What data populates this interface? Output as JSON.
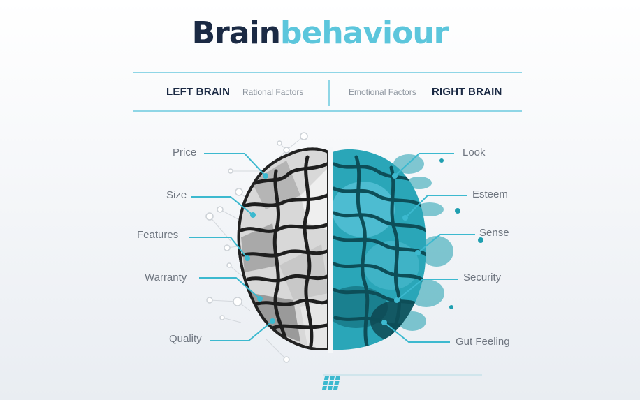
{
  "title": {
    "main": "Brain",
    "accent": "behaviour"
  },
  "header": {
    "left_title": "LEFT BRAIN",
    "left_subtitle": "Rational Factors",
    "right_subtitle": "Emotional Factors",
    "right_title": "RIGHT BRAIN"
  },
  "left_labels": [
    "Price",
    "Size",
    "Features",
    "Warranty",
    "Quality"
  ],
  "right_labels": [
    "Look",
    "Esteem",
    "Sense",
    "Security",
    "Gut Feeling"
  ],
  "colors": {
    "navy": "#1b2a44",
    "accent": "#5cc6dc",
    "teal": "#1f9fb0",
    "grey": "#6f7680"
  },
  "footer_icon": "grid-logo-icon"
}
